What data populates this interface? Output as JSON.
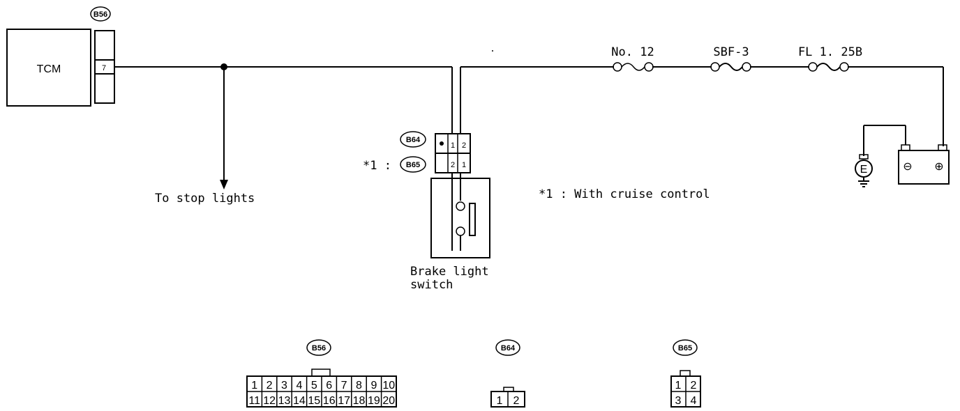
{
  "tcm": {
    "label": "TCM",
    "connector": "B56",
    "pin": "7"
  },
  "stop_lights": {
    "label": "To stop lights"
  },
  "fuses": {
    "f1": "No. 12",
    "f2": "SBF-3",
    "f3": "FL  1. 25B"
  },
  "switch": {
    "connector_a": "B64",
    "connector_b": "B65",
    "b_prefix": "*1 :",
    "label_line1": "Brake light",
    "label_line2": "switch",
    "pins_a": [
      "1",
      "2"
    ],
    "pins_b": [
      "2",
      "1"
    ]
  },
  "note": "*1  :  With cruise control",
  "battery": {
    "ground_label": "E",
    "neg": "⊖",
    "pos": "⊕"
  },
  "connectors": {
    "b56": {
      "tag": "B56",
      "row1": [
        "1",
        "2",
        "3",
        "4",
        "5",
        "6",
        "7",
        "8",
        "9",
        "10"
      ],
      "row2": [
        "11",
        "12",
        "13",
        "14",
        "15",
        "16",
        "17",
        "18",
        "19",
        "20"
      ]
    },
    "b64": {
      "tag": "B64",
      "pins": [
        "1",
        "2"
      ]
    },
    "b65": {
      "tag": "B65",
      "row1": [
        "1",
        "2"
      ],
      "row2": [
        "3",
        "4"
      ]
    }
  }
}
